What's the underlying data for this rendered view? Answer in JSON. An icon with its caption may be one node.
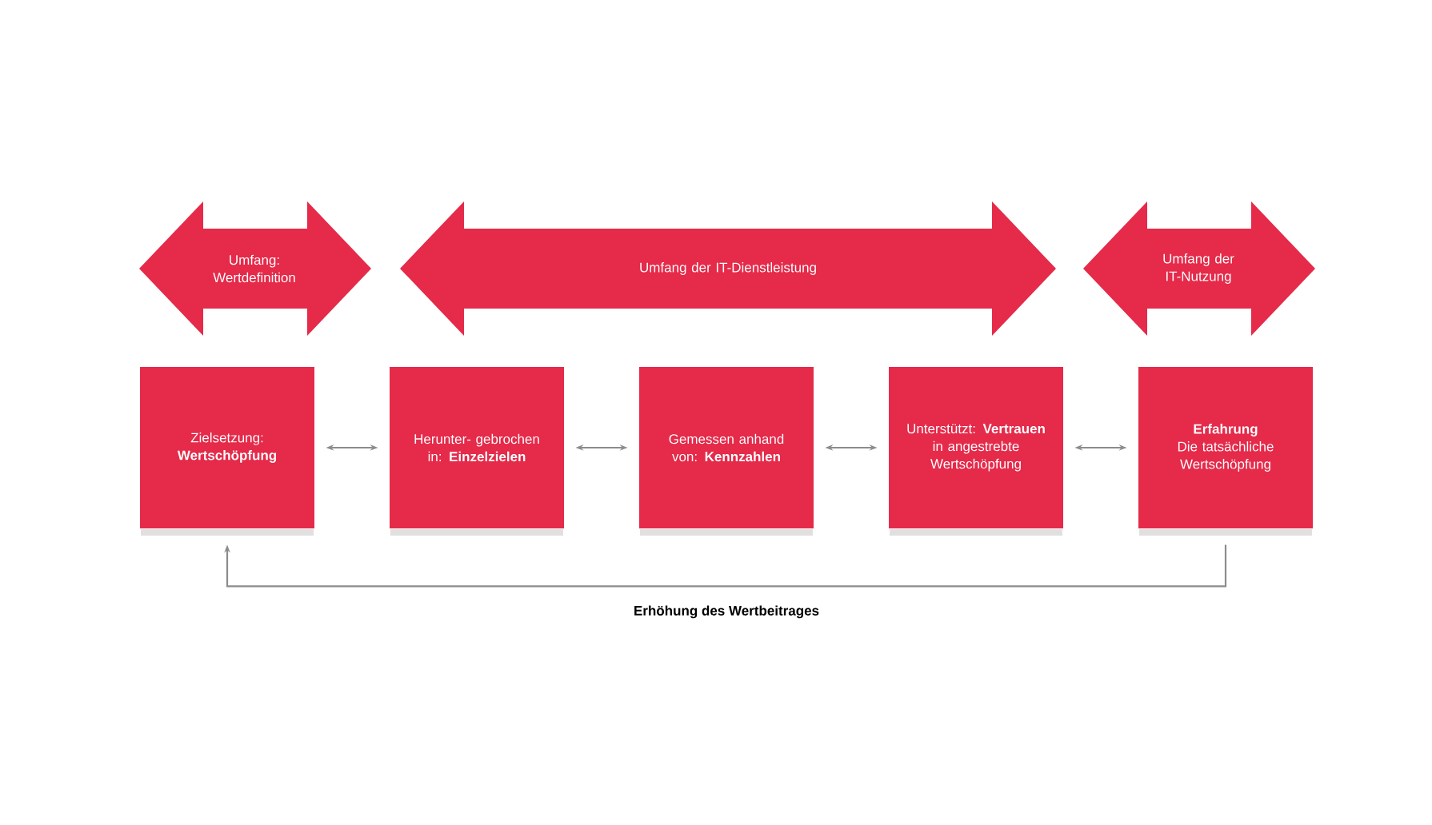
{
  "diagram": {
    "nodes": [
      {
        "text": [
          "Umfang: Wertdefinition"
        ]
      },
      {
        "text": [
          "Umfang der IT-Dienstleistung"
        ]
      },
      {
        "text": [
          "Umfang der IT-Nutzung"
        ]
      },
      {
        "text": [
          "Zielsetzung: **Wertschöpfung**"
        ]
      },
      {
        "text": [
          "Herunter- gebrochen in: **Einzelzielen**"
        ]
      },
      {
        "text": [
          "Gemessen anhand von: **Kennzahlen**"
        ]
      },
      {
        "text": [
          "Unterstützt: **Vertrauen** in angestrebte Wertschöpfung"
        ]
      },
      {
        "text": [
          "Erfahrung",
          "Die tatsächliche Wertschöpfung"
        ]
      }
    ],
    "edges": [
      {
        "from": 3,
        "to": 4,
        "arrow": "both"
      },
      {
        "from": 4,
        "to": 5,
        "arrow": "both"
      },
      {
        "from": 5,
        "to": 6,
        "arrow": "both"
      },
      {
        "from": 6,
        "to": 7,
        "arrow": "both"
      },
      {
        "from": 7,
        "to": 3,
        "arrow": "to",
        "label": "Erhöhung des Wertbeitrages"
      }
    ]
  }
}
